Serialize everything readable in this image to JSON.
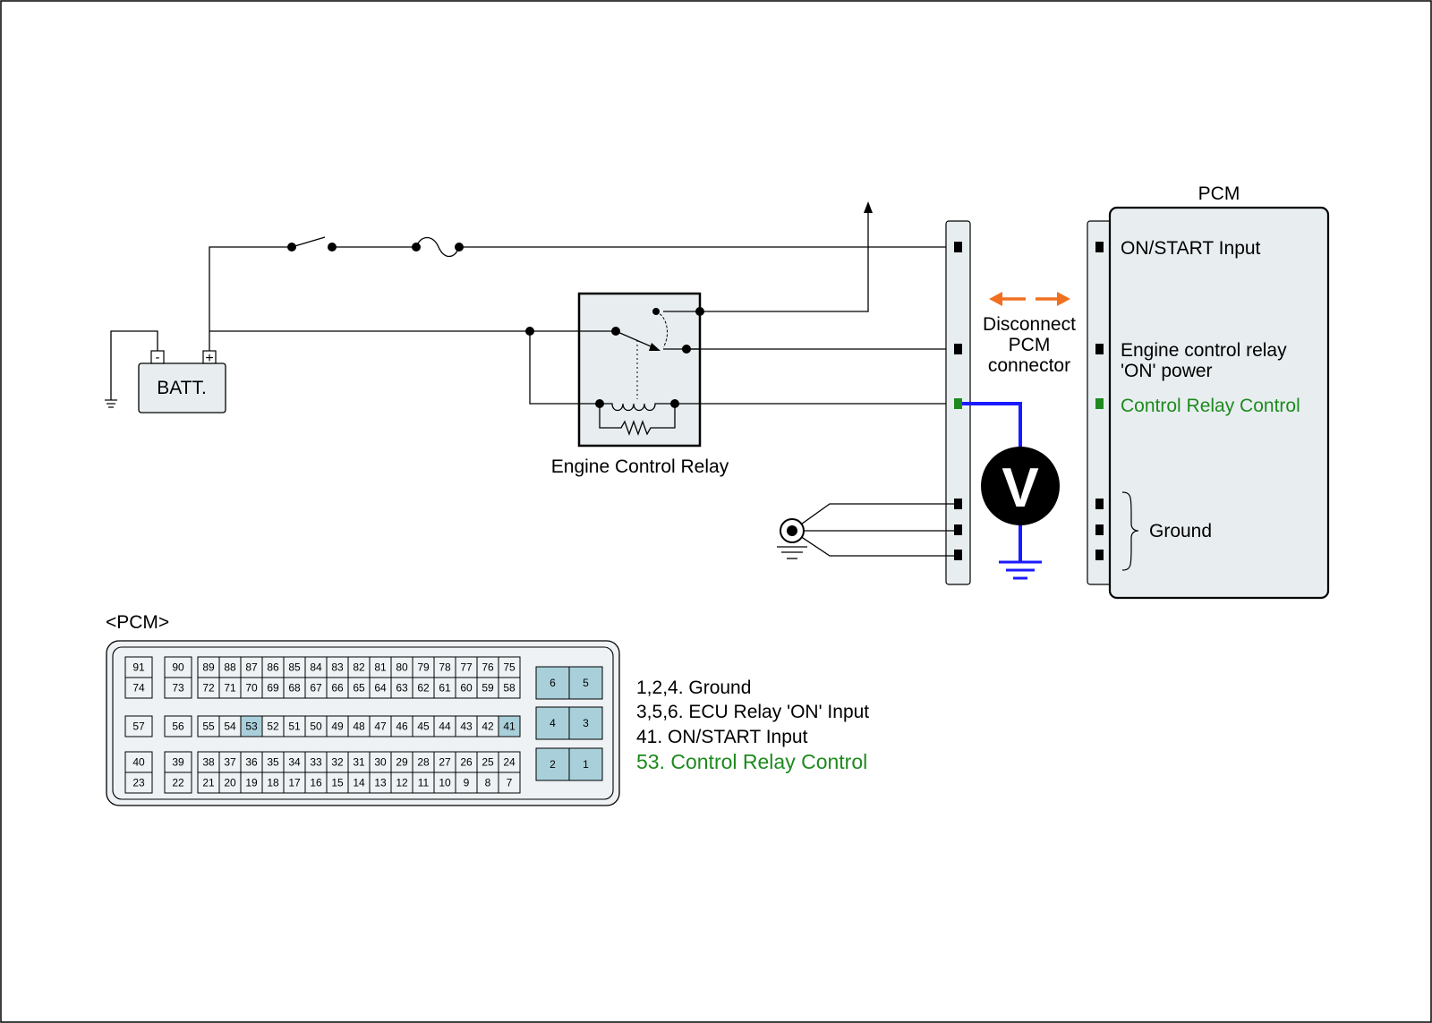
{
  "labels": {
    "battery": "BATT.",
    "battery_neg": "-",
    "battery_pos": "+",
    "relay": "Engine Control Relay",
    "pcm_title": "PCM",
    "disconnect_line1": "Disconnect",
    "disconnect_line2": "PCM",
    "disconnect_line3": "connector",
    "voltmeter": "V",
    "connector_view_title": "<PCM>"
  },
  "pcm_pins": {
    "on_start": "ON/START Input",
    "relay_power_line1": "Engine control relay",
    "relay_power_line2": "'ON' power",
    "relay_control": "Control Relay Control",
    "ground": "Ground"
  },
  "legend": {
    "ground": "1,2,4. Ground",
    "ecu_relay": "3,5,6. ECU Relay 'ON' Input",
    "on_start": "41. ON/START Input",
    "relay_control": "53. Control Relay Control"
  },
  "connector": {
    "left_pins": [
      [
        "91",
        "74"
      ],
      [
        "90",
        "73"
      ],
      [
        "57"
      ],
      [
        "56"
      ],
      [
        "40",
        "23"
      ],
      [
        "39",
        "22"
      ]
    ],
    "rows": [
      [
        "89",
        "88",
        "87",
        "86",
        "85",
        "84",
        "83",
        "82",
        "81",
        "80",
        "79",
        "78",
        "77",
        "76",
        "75"
      ],
      [
        "72",
        "71",
        "70",
        "69",
        "68",
        "67",
        "66",
        "65",
        "64",
        "63",
        "62",
        "61",
        "60",
        "59",
        "58"
      ],
      [
        "55",
        "54",
        "53",
        "52",
        "51",
        "50",
        "49",
        "48",
        "47",
        "46",
        "45",
        "44",
        "43",
        "42",
        "41"
      ],
      [
        "38",
        "37",
        "36",
        "35",
        "34",
        "33",
        "32",
        "31",
        "30",
        "29",
        "28",
        "27",
        "26",
        "25",
        "24"
      ],
      [
        "21",
        "20",
        "19",
        "18",
        "17",
        "16",
        "15",
        "14",
        "13",
        "12",
        "11",
        "10",
        "9",
        "8",
        "7"
      ]
    ],
    "power_pins": [
      [
        "6",
        "5"
      ],
      [
        "4",
        "3"
      ],
      [
        "2",
        "1"
      ]
    ],
    "highlighted": [
      "53",
      "41",
      "6",
      "5",
      "4",
      "3",
      "2",
      "1"
    ]
  },
  "colors": {
    "measurement_wire": "#1a1aff",
    "highlight_pin": "#a9d0da",
    "signal_green": "#1e8a1e",
    "arrow_orange": "#f07020",
    "panel_fill": "#e8eef0"
  }
}
